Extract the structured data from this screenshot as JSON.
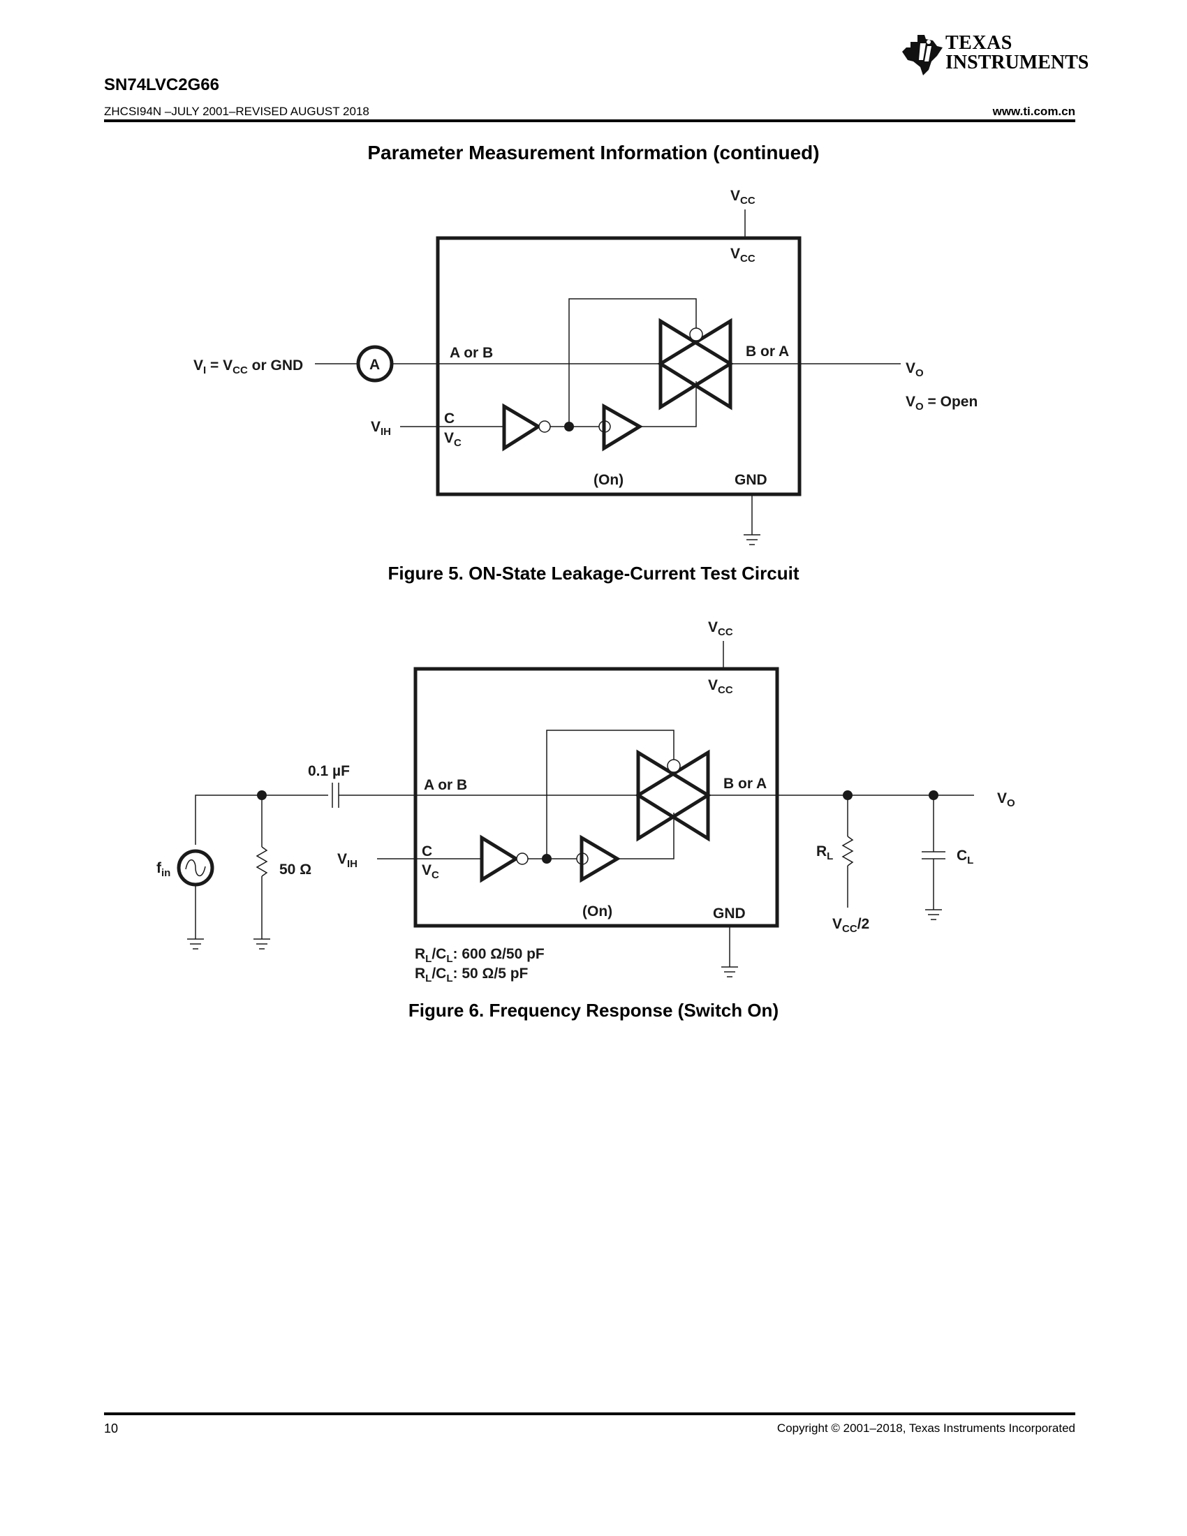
{
  "header": {
    "part_number": "SN74LVC2G66",
    "doc_info": "ZHCSI94N –JULY 2001–REVISED AUGUST 2018",
    "website": "www.ti.com.cn",
    "logo": {
      "line1": "TEXAS",
      "line2": "INSTRUMENTS",
      "icon": "ti-state-logo-icon"
    }
  },
  "section_title": "Parameter Measurement Information (continued)",
  "figure5": {
    "caption": "Figure 5.  ON-State Leakage-Current Test Circuit",
    "vcc_external": "V",
    "vcc_sub": "CC",
    "vcc_internal": "V",
    "vcc_internal_sub": "CC",
    "input_label_v": "V",
    "input_label_sub": "I",
    "input_label_rest": " = V",
    "input_label_sub2": "CC",
    "input_label_tail": " or GND",
    "ammeter": "A",
    "a_or_b": "A or B",
    "b_or_a": "B or A",
    "vih": "V",
    "vih_sub": "IH",
    "c_label": "C",
    "vc": "V",
    "vc_sub": "C",
    "on_label": "(On)",
    "gnd_label": "GND",
    "vo": "V",
    "vo_sub": "O",
    "vo_open_v": "V",
    "vo_open_sub": "O",
    "vo_open_rest": " = Open"
  },
  "figure6": {
    "caption": "Figure 6.  Frequency Response (Switch On)",
    "vcc_external": "V",
    "vcc_sub": "CC",
    "vcc_internal": "V",
    "vcc_internal_sub": "CC",
    "cap_value": "0.1 µF",
    "a_or_b": "A or B",
    "b_or_a": "B or A",
    "fin": "f",
    "fin_sub": "in",
    "r_value": "50 Ω",
    "vih": "V",
    "vih_sub": "IH",
    "c_label": "C",
    "vc": "V",
    "vc_sub": "C",
    "on_label": "(On)",
    "gnd_label": "GND",
    "rl": "R",
    "rl_sub": "L",
    "cl": "C",
    "cl_sub": "L",
    "vcc2": "V",
    "vcc2_sub": "CC",
    "vcc2_rest": "/2",
    "vo": "V",
    "vo_sub": "O",
    "load_notes": [
      {
        "r": "R",
        "rs": "L",
        "c": "/C",
        "cs": "L",
        "val": ": 600 Ω/50 pF"
      },
      {
        "r": "R",
        "rs": "L",
        "c": "/C",
        "cs": "L",
        "val": ": 50 Ω/5 pF"
      }
    ]
  },
  "footer": {
    "page_number": "10",
    "copyright": "Copyright © 2001–2018, Texas Instruments Incorporated"
  }
}
